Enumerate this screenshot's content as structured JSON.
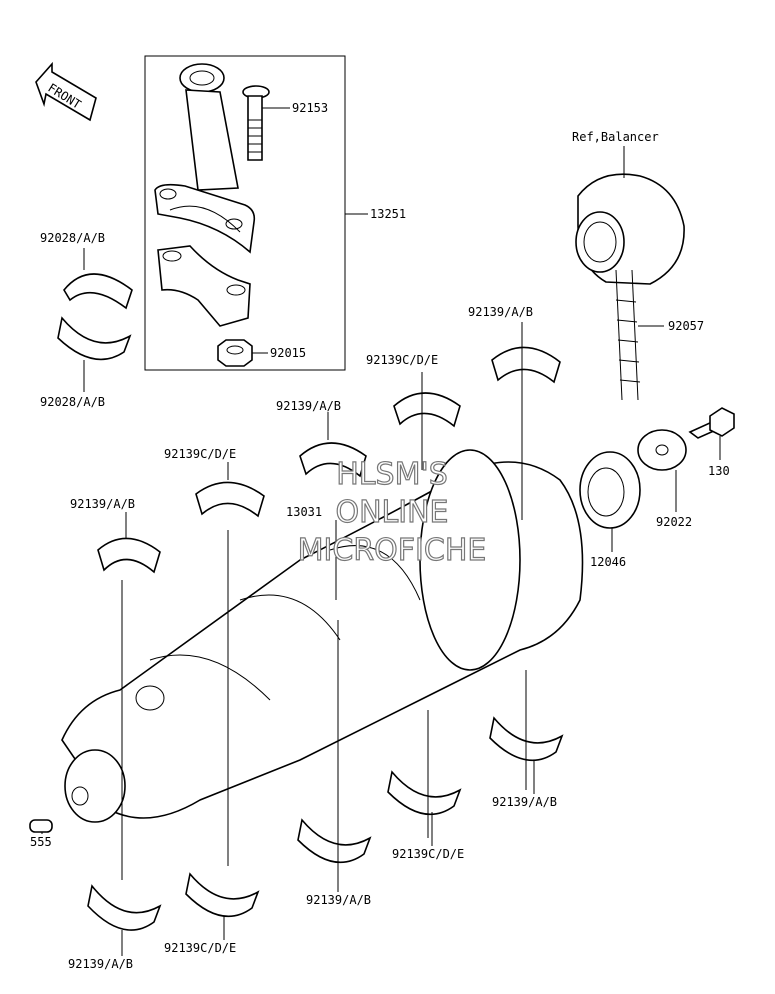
{
  "front_label": "FRONT",
  "watermark": [
    "HLSM'S",
    "ONLINE",
    "MICROFICHE"
  ],
  "callouts": {
    "c92153": "92153",
    "c13251": "13251",
    "c92015": "92015",
    "c92028_top": "92028/A/B",
    "c92028_bot": "92028/A/B",
    "ref_balancer": "Ref,Balancer",
    "c92057": "92057",
    "c92139_r1": "92139/A/B",
    "c92139cde_1": "92139C/D/E",
    "c92139_r2": "92139/A/B",
    "c92139cde_2": "92139C/D/E",
    "c92139_r3": "92139/A/B",
    "c13031": "13031",
    "c130": "130",
    "c92022": "92022",
    "c12046": "12046",
    "c555": "555",
    "c92139_b1": "92139/A/B",
    "c92139cde_b1": "92139C/D/E",
    "c92139_b2": "92139/A/B",
    "c92139cde_b2": "92139C/D/E",
    "c92139_b3": "92139/A/B"
  }
}
